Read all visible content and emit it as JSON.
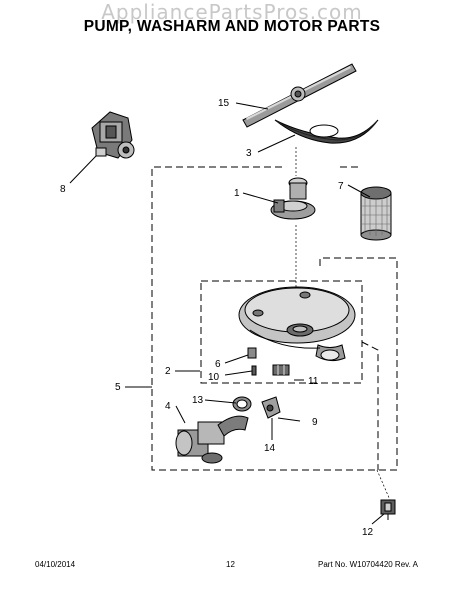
{
  "watermark": "AppliancePartsPros.com",
  "title": "PUMP, WASHARM AND MOTOR PARTS",
  "callouts": {
    "c1": "1",
    "c2": "2",
    "c3": "3",
    "c4": "4",
    "c5": "5",
    "c6": "6",
    "c7": "7",
    "c8": "8",
    "c9": "9",
    "c10": "10",
    "c11": "11",
    "c12": "12",
    "c13": "13",
    "c14": "14",
    "c15": "15"
  },
  "footer": {
    "date": "04/10/2014",
    "page": "12",
    "part_no": "Part No.  W10704420  Rev.  A"
  }
}
